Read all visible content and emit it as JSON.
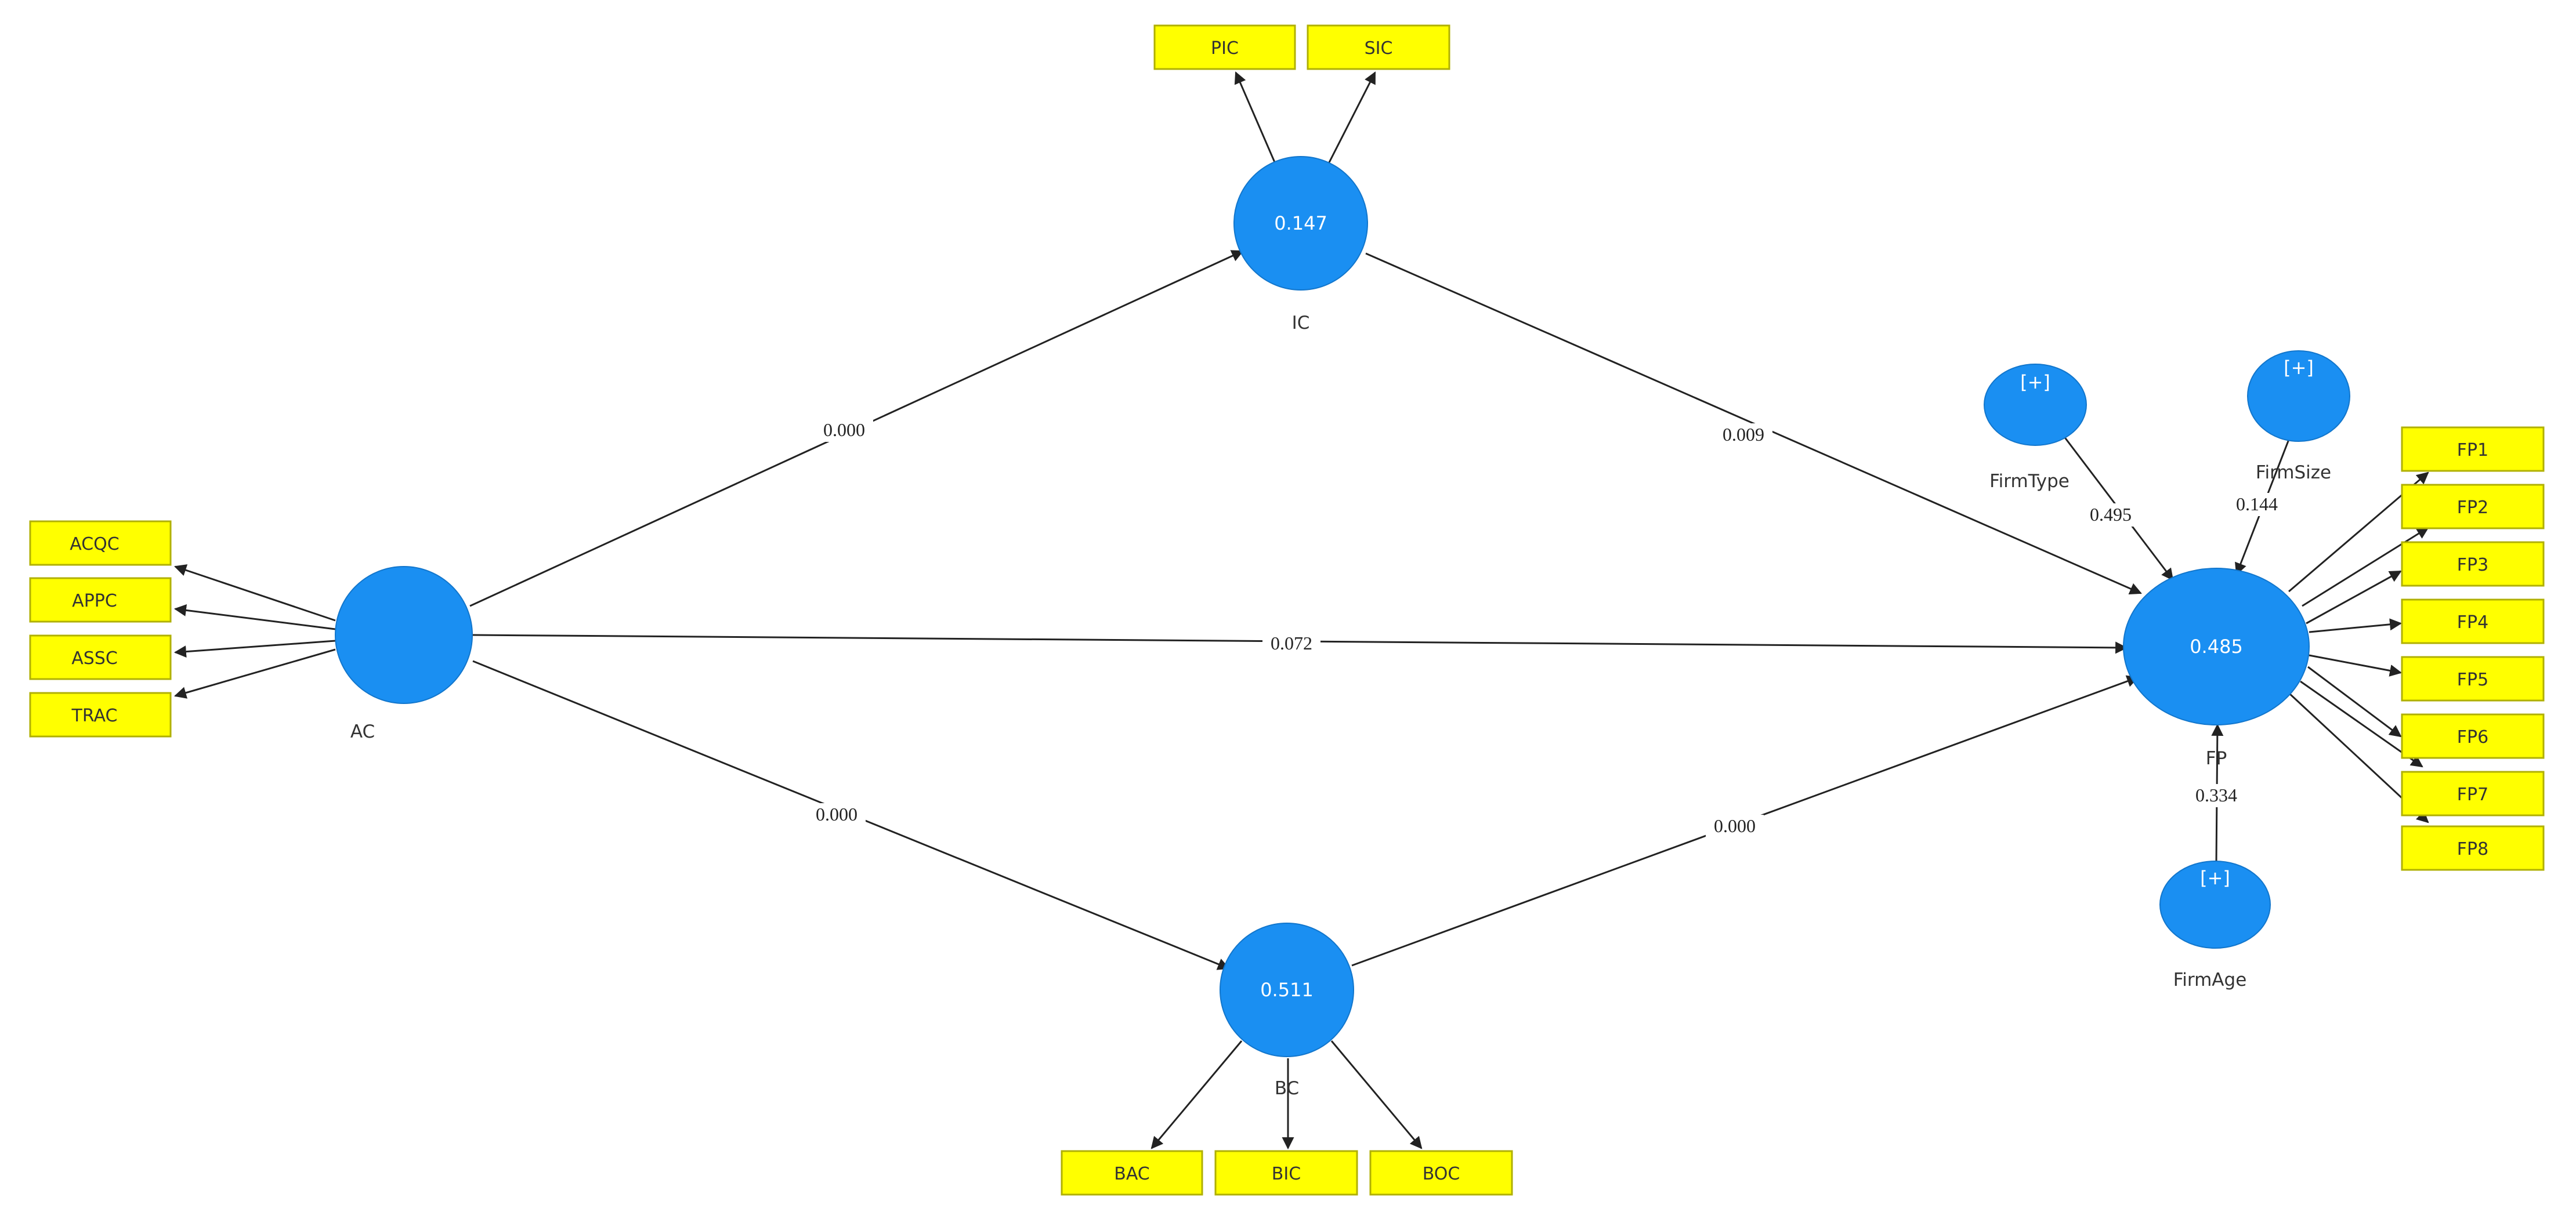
{
  "latent": {
    "ac": {
      "name": "AC",
      "value": ""
    },
    "ic": {
      "name": "IC",
      "value": "0.147"
    },
    "bc": {
      "name": "BC",
      "value": "0.511"
    },
    "fp": {
      "name": "FP",
      "value": "0.485"
    },
    "firmtype": {
      "name": "FirmType",
      "value": "[+]"
    },
    "firmsize": {
      "name": "FirmSize",
      "value": "[+]"
    },
    "firmage": {
      "name": "FirmAge",
      "value": "[+]"
    }
  },
  "indicators": {
    "pic": "PIC",
    "sic": "SIC",
    "acqc": "ACQC",
    "appc": "APPC",
    "assc": "ASSC",
    "trac": "TRAC",
    "bac": "BAC",
    "bic": "BIC",
    "boc": "BOC",
    "fp1": "FP1",
    "fp2": "FP2",
    "fp3": "FP3",
    "fp4": "FP4",
    "fp5": "FP5",
    "fp6": "FP6",
    "fp7": "FP7",
    "fp8": "FP8"
  },
  "paths": {
    "ac_ic": "0.000",
    "ic_fp": "0.009",
    "ac_fp": "0.072",
    "ac_bc": "0.000",
    "bc_fp": "0.000",
    "firmtype_fp": "0.495",
    "firmsize_fp": "0.144",
    "firmage_fp": "0.334"
  },
  "colors": {
    "construct": "#1a8ff2",
    "indicator": "#ffff00",
    "arrow": "#222222"
  }
}
